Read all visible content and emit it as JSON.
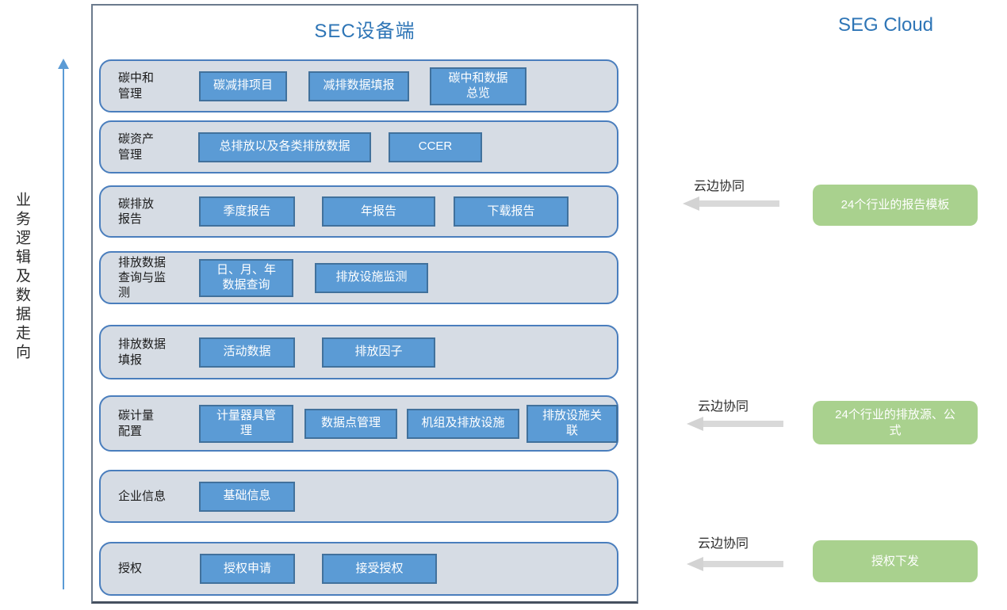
{
  "left_flow": {
    "label": "业务逻辑及数据走向"
  },
  "device_panel": {
    "title": "SEC设备端",
    "rows": [
      {
        "label": "碳中和\n管理",
        "buttons": [
          "碳减排项目",
          "减排数据填报",
          "碳中和数据\n总览"
        ]
      },
      {
        "label": "碳资产\n管理",
        "buttons": [
          "总排放以及各类排放数据",
          "CCER"
        ]
      },
      {
        "label": "碳排放\n报告",
        "buttons": [
          "季度报告",
          "年报告",
          "下载报告"
        ]
      },
      {
        "label": "排放数据\n查询与监\n测",
        "buttons": [
          "日、月、年\n数据查询",
          "排放设施监测"
        ]
      },
      {
        "label": "排放数据\n填报",
        "buttons": [
          "活动数据",
          "排放因子"
        ]
      },
      {
        "label": "碳计量\n配置",
        "buttons": [
          "计量器具管\n理",
          "数据点管理",
          "机组及排放设施",
          "排放设施关\n联"
        ]
      },
      {
        "label": "企业信息",
        "buttons": [
          "基础信息"
        ]
      },
      {
        "label": "授权",
        "buttons": [
          "授权申请",
          "接受授权"
        ]
      }
    ]
  },
  "cloud_panel": {
    "title": "SEG Cloud",
    "sync_links": [
      {
        "arrow_label": "云边协同",
        "box_text": "24个行业的报告模板"
      },
      {
        "arrow_label": "云边协同",
        "box_text": "24个行业的排放源、公\n式"
      },
      {
        "arrow_label": "云边协同",
        "box_text": "授权下发"
      }
    ]
  },
  "colors": {
    "accent_blue": "#5B9BD5",
    "button_border": "#41719C",
    "row_fill": "#D6DCE4",
    "row_border": "#4A7EBD",
    "title_blue": "#2E75B6",
    "green_fill": "#A9D18E",
    "arrow_gray": "#D9D9D9"
  }
}
